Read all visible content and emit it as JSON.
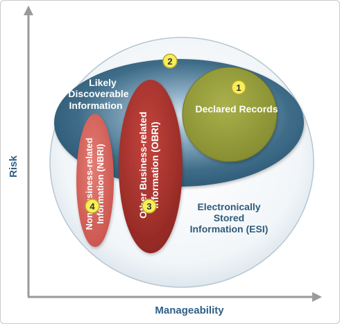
{
  "axes": {
    "y_label": "Risk",
    "x_label": "Manageability"
  },
  "regions": {
    "esi": {
      "lines": [
        "Electronically",
        "Stored",
        "Information (ESI)"
      ],
      "color": "#2e5a7a"
    },
    "likely": {
      "lines": [
        "Likely",
        "Discoverable",
        "Information"
      ],
      "color": "#ffffff"
    },
    "declared": {
      "label": "Declared Records",
      "number": "1"
    },
    "likely_number": "2",
    "obri": {
      "lines": [
        "Other Business-related",
        "Information (OBRI)"
      ],
      "number": "3"
    },
    "nbri": {
      "lines": [
        "Non-business-related",
        "Information (NBRI)"
      ],
      "number": "4"
    }
  },
  "colors": {
    "axis": "#9a9a9a",
    "axis_label": "#2f5f86",
    "badge_fill": "#f7ee5a",
    "badge_stroke": "#b8a72a",
    "declared_fill": "#99a03e",
    "obri_fill": "#b23a35",
    "nbri_fill": "#d96a63",
    "likely_fill": "#3b6a86"
  }
}
